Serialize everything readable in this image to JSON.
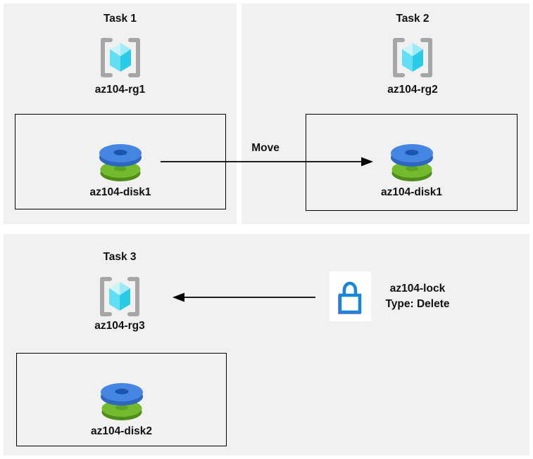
{
  "tasks": [
    {
      "title": "Task 1",
      "resource_group": "az104-rg1",
      "disk": "az104-disk1"
    },
    {
      "title": "Task 2",
      "resource_group": "az104-rg2",
      "disk": "az104-disk1"
    },
    {
      "title": "Task 3",
      "resource_group": "az104-rg3",
      "disk": "az104-disk2"
    }
  ],
  "move_label": "Move",
  "lock": {
    "name": "az104-lock",
    "type": "Type: Delete"
  },
  "colors": {
    "panel_bg": "#f1f1f1",
    "box_border": "#000000",
    "arrow": "#000000",
    "bracket_gray": "#a6a6a6",
    "cube_top_left": "#cdf4fb",
    "cube_top_right": "#9debf7",
    "cube_left_face": "#62dff2",
    "cube_right_face": "#29cbe6",
    "disk_blue_top": "#4586e2",
    "disk_blue_side": "#2e66c0",
    "disk_blue_hole": "#1c55ae",
    "disk_green_top": "#74ba2f",
    "disk_green_side": "#4f8c1a",
    "disk_green_hole": "#5da426",
    "lock_blue": "#1787dc",
    "lock_pink": "#dd6fbe",
    "lock_bg": "#ffffff"
  }
}
